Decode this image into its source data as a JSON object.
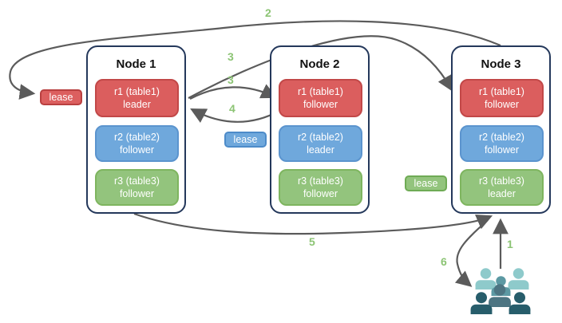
{
  "diagram_type": "raft-replication-lease-diagram",
  "nodes": [
    {
      "title": "Node 1",
      "replicas": [
        {
          "name": "r1 (table1)",
          "role": "leader",
          "color": "#DB5E5E"
        },
        {
          "name": "r2 (table2)",
          "role": "follower",
          "color": "#6FA8DC"
        },
        {
          "name": "r3 (table3)",
          "role": "follower",
          "color": "#93C47D"
        }
      ]
    },
    {
      "title": "Node 2",
      "replicas": [
        {
          "name": "r1 (table1)",
          "role": "follower",
          "color": "#DB5E5E"
        },
        {
          "name": "r2 (table2)",
          "role": "leader",
          "color": "#6FA8DC"
        },
        {
          "name": "r3 (table3)",
          "role": "follower",
          "color": "#93C47D"
        }
      ]
    },
    {
      "title": "Node 3",
      "replicas": [
        {
          "name": "r1 (table1)",
          "role": "follower",
          "color": "#DB5E5E"
        },
        {
          "name": "r2 (table2)",
          "role": "follower",
          "color": "#6FA8DC"
        },
        {
          "name": "r3 (table3)",
          "role": "leader",
          "color": "#93C47D"
        }
      ]
    }
  ],
  "leases": [
    {
      "label": "lease",
      "color": "#DC5F5F"
    },
    {
      "label": "lease",
      "color": "#6FA8DC"
    },
    {
      "label": "lease",
      "color": "#93C47D"
    }
  ],
  "steps": {
    "step1": "1",
    "step2": "2",
    "step3a": "3",
    "step3b": "3",
    "step4": "4",
    "step5": "5",
    "step6": "6"
  },
  "icons": {
    "users_group": "users-group-icon"
  },
  "colors": {
    "node_border": "#24385B",
    "arrow": "#5B5B5B",
    "step_label": "#8CC474",
    "users_light_teal": "#8ECACB",
    "users_medium_teal": "#5C99A3",
    "users_slate": "#4D7582",
    "users_dark_teal": "#275D6B"
  }
}
